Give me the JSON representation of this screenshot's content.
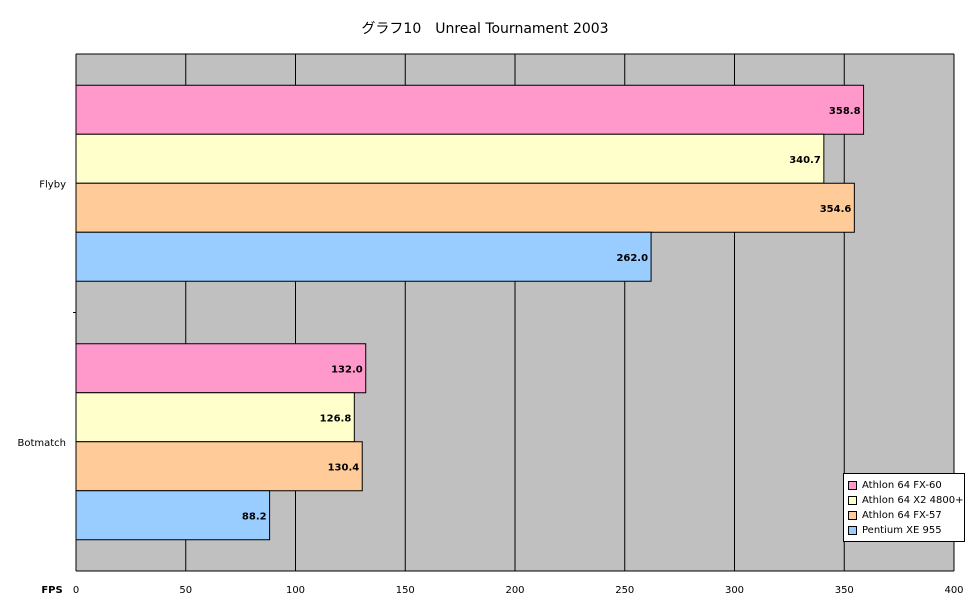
{
  "chart_data": {
    "type": "bar",
    "orientation": "horizontal",
    "title": "グラフ10　Unreal Tournament 2003",
    "categories": [
      "Flyby",
      "Botmatch"
    ],
    "series": [
      {
        "name": "Athlon 64 FX-60",
        "color": "#ff99cc",
        "values": [
          358.8,
          132.0
        ]
      },
      {
        "name": "Athlon 64 X2 4800+",
        "color": "#ffffcc",
        "values": [
          340.7,
          126.8
        ]
      },
      {
        "name": "Athlon 64 FX-57",
        "color": "#ffcc99",
        "values": [
          354.6,
          130.4
        ]
      },
      {
        "name": "Pentium XE 955",
        "color": "#99ccff",
        "values": [
          262.0,
          88.2
        ]
      }
    ],
    "value_labels": [
      [
        "358.8",
        "132.0"
      ],
      [
        "340.7",
        "126.8"
      ],
      [
        "354.6",
        "130.4"
      ],
      [
        "262.0",
        "88.2"
      ]
    ],
    "xlabel": "FPS",
    "xlim": [
      0,
      400
    ],
    "xticks": [
      0,
      50,
      100,
      150,
      200,
      250,
      300,
      350,
      400
    ],
    "grid": true,
    "plot_background": "#c0c0c0",
    "legend_position": "bottom-right"
  }
}
